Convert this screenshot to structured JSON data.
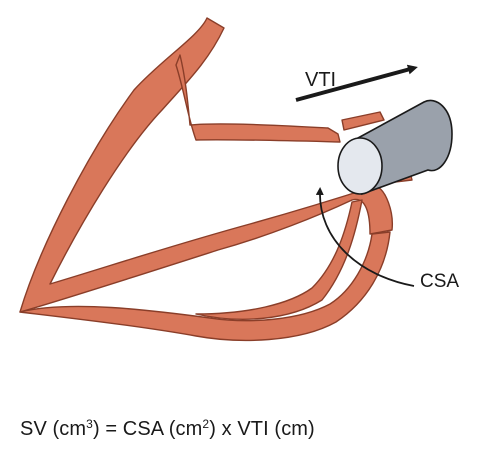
{
  "labels": {
    "vti": "VTI",
    "csa": "CSA"
  },
  "formula": {
    "sv": "SV (cm",
    "sv_exp": "3",
    "eq": ") = CSA (cm",
    "csa_exp": "2",
    "rest": ") x VTI (cm)"
  },
  "colors": {
    "tissue": "#d9775a",
    "tissue_edge": "#8a3e29",
    "probe_body": "#9aa1ab",
    "probe_face": "#e4e8ee",
    "ink": "#1a1a1a"
  }
}
